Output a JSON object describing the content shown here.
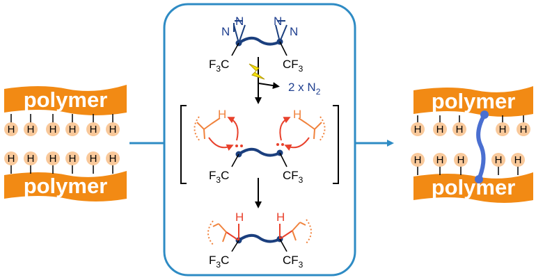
{
  "colors": {
    "polymer_band": "#f28a14",
    "h_bead": "#f9c99b",
    "frame": "#2e8bc4",
    "arrow": "#2e8bc4",
    "backbone": "#1b3f7e",
    "crosslink": "#4a6fd1",
    "red": "#e8412c",
    "orange": "#f0823c",
    "bolt": "#f5e20a"
  },
  "left_panel": {
    "top_band": "polymer",
    "bottom_band": "polymer",
    "h_label": "H"
  },
  "right_panel": {
    "top_band": "polymer",
    "bottom_band": "polymer",
    "h_label": "H"
  },
  "center": {
    "diazirine_n": "N",
    "cf3_left": "F",
    "cf3_left_sub": "3",
    "cf3_left_c": "C",
    "cf3_right_c": "CF",
    "cf3_right_sub": "3",
    "n2_release": "2 x N",
    "n2_sub": "2",
    "h_label": "H",
    "icons": [
      "lightning-bolt-icon"
    ]
  }
}
